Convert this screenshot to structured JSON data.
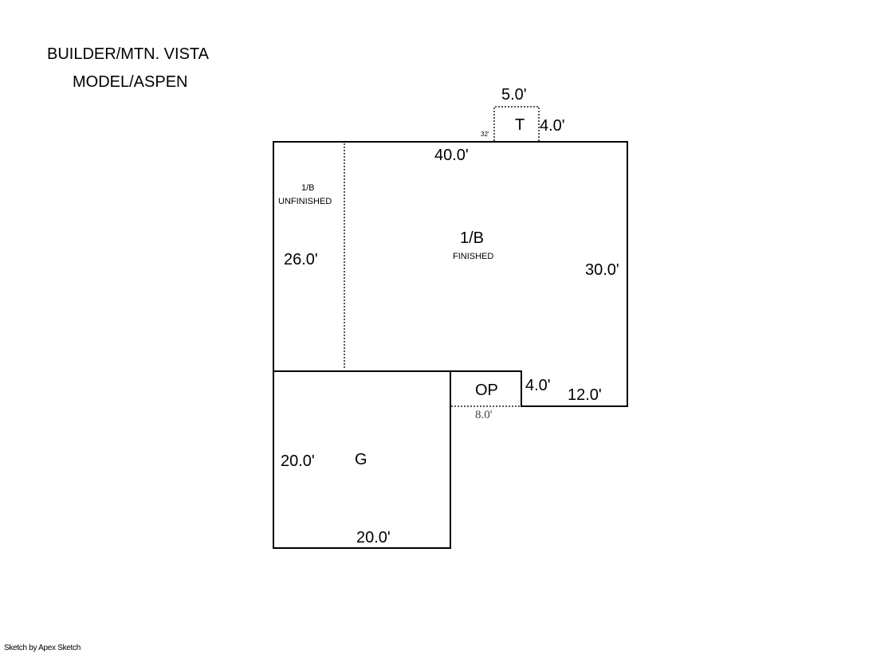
{
  "header": {
    "builder": "BUILDER/MTN. VISTA",
    "model": "MODEL/ASPEN"
  },
  "areas": {
    "basement_unfinished": {
      "code": "1/B",
      "label": "UNFINISHED",
      "dimension": "26.0'"
    },
    "basement_finished": {
      "code": "1/B",
      "label": "FINISHED",
      "top": "40.0'",
      "right": "30.0'"
    },
    "terrace": {
      "code": "T",
      "width": "5.0'",
      "depth": "4.0'",
      "offset": "32'"
    },
    "open_porch": {
      "code": "OP",
      "depth": "4.0'",
      "width": "8.0'",
      "side": "12.0'"
    },
    "garage": {
      "code": "G",
      "side": "20.0'",
      "bottom": "20.0'"
    }
  },
  "footer": {
    "credit": "Sketch by Apex Sketch"
  }
}
